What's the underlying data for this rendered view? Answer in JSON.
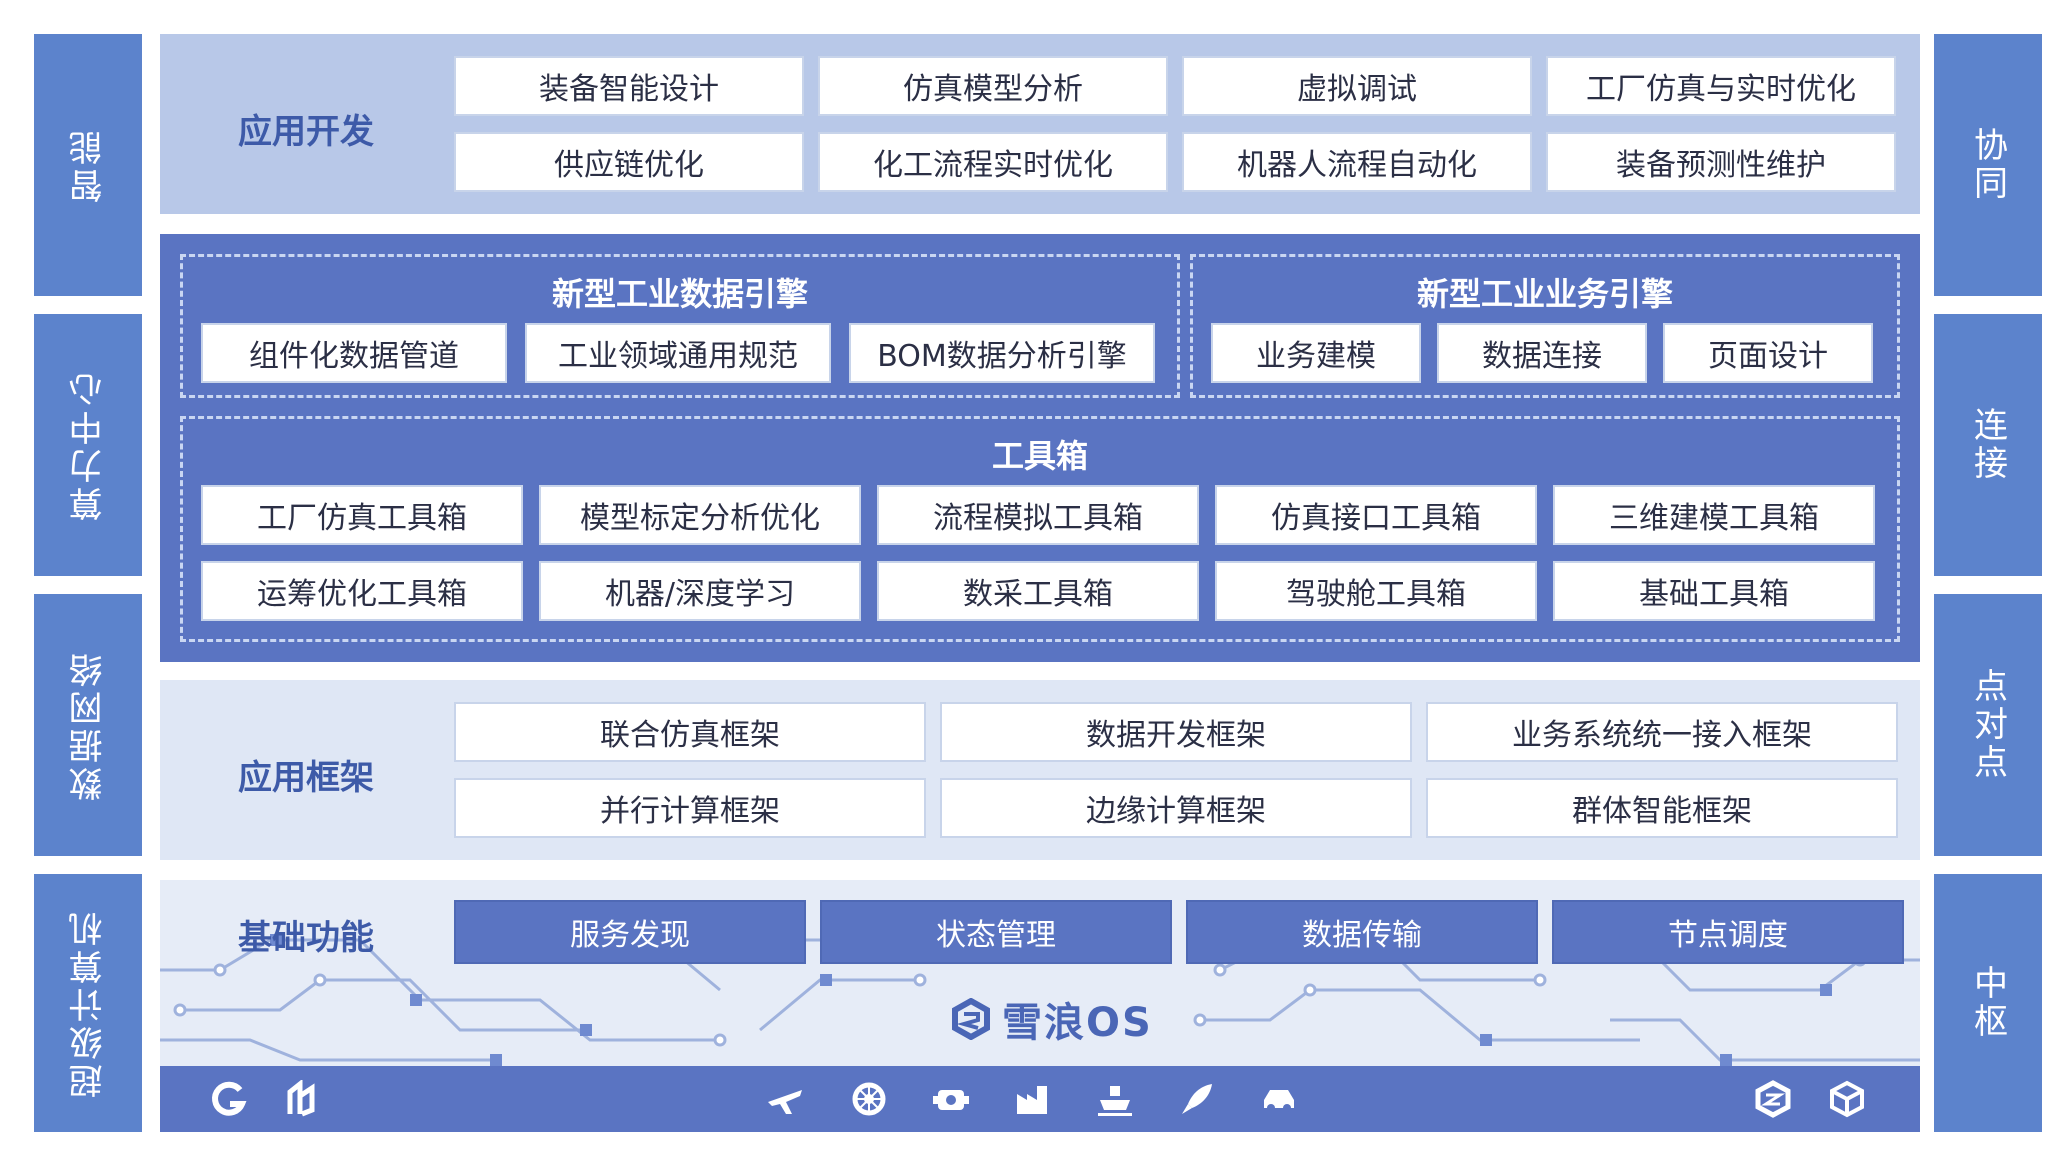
{
  "left_pillars": [
    "智能",
    "算力中心",
    "数据网络",
    "超级计算机"
  ],
  "right_pillars": [
    "协同",
    "连接",
    "点对点",
    "中枢"
  ],
  "app_dev": {
    "title": "应用开发",
    "items": [
      "装备智能设计",
      "仿真模型分析",
      "虚拟调试",
      "工厂仿真与实时优化",
      "供应链优化",
      "化工流程实时优化",
      "机器人流程自动化",
      "装备预测性维护"
    ]
  },
  "data_engine": {
    "title": "新型工业数据引擎",
    "items": [
      "组件化数据管道",
      "工业领域通用规范",
      "BOM数据分析引擎"
    ]
  },
  "biz_engine": {
    "title": "新型工业业务引擎",
    "items": [
      "业务建模",
      "数据连接",
      "页面设计"
    ]
  },
  "toolbox": {
    "title": "工具箱",
    "items": [
      "工厂仿真工具箱",
      "模型标定分析优化",
      "流程模拟工具箱",
      "仿真接口工具箱",
      "三维建模工具箱",
      "运筹优化工具箱",
      "机器/深度学习",
      "数采工具箱",
      "驾驶舱工具箱",
      "基础工具箱"
    ]
  },
  "app_framework": {
    "title": "应用框架",
    "items": [
      "联合仿真框架",
      "数据开发框架",
      "业务系统统一接入框架",
      "并行计算框架",
      "边缘计算框架",
      "群体智能框架"
    ]
  },
  "base_func": {
    "title": "基础功能",
    "items": [
      "服务发现",
      "状态管理",
      "数据传输",
      "节点调度"
    ]
  },
  "os_logo": "雪浪OS",
  "colors": {
    "pillar": "#5c83cc",
    "engine_bg": "#5a74c2",
    "accent_text": "#3d5aa8"
  },
  "icons": [
    "brand-g-icon",
    "brand-leaf-icon",
    "airplane-icon",
    "gear-icon",
    "engine-icon",
    "factory-icon",
    "ship-icon",
    "rocket-icon",
    "car-icon",
    "hexagon-icon",
    "cube-icon"
  ]
}
